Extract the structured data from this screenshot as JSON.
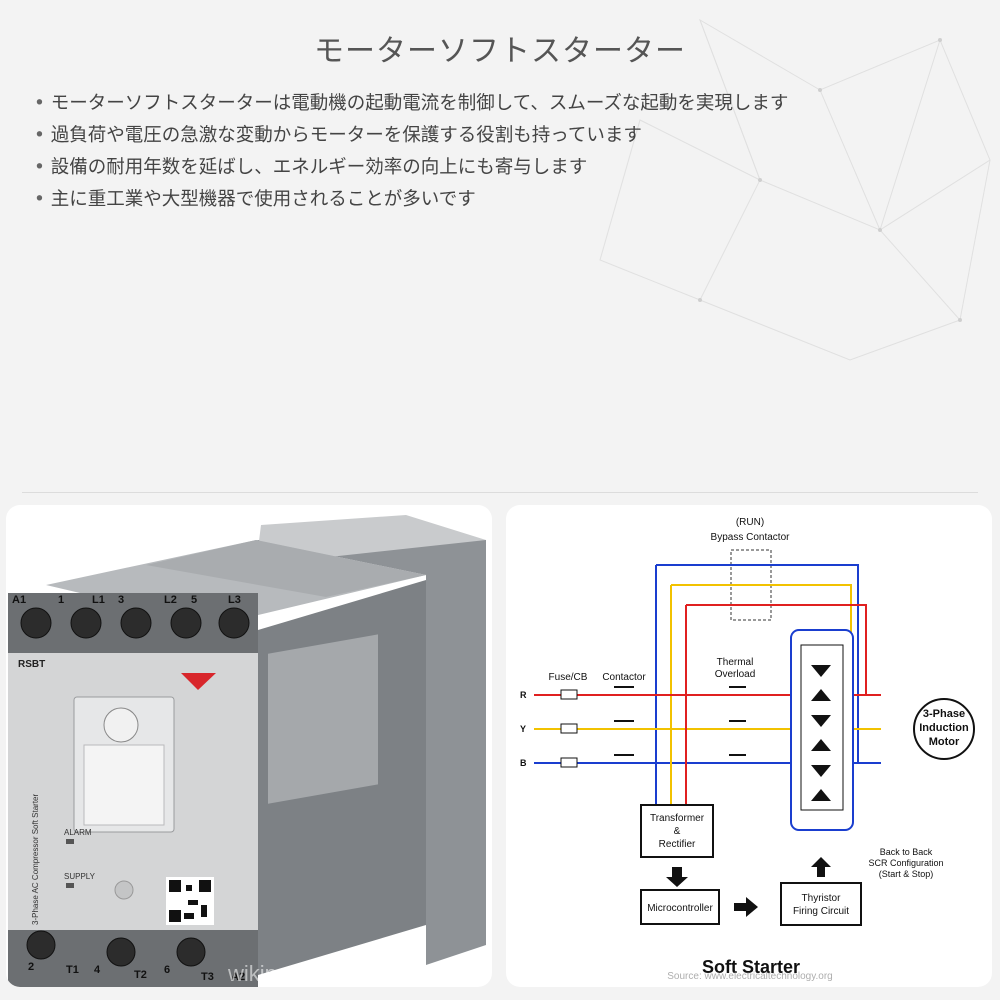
{
  "title": "モーターソフトスターター",
  "bullets": [
    "モーターソフトスターターは電動機の起動電流を制御して、スムーズな起動を実現します",
    "過負荷や電圧の急激な変動からモーターを保護する役割も持っています",
    "設備の耐用年数を延ばし、エネルギー効率の向上にも寄与します",
    "主に重工業や大型機器で使用されることが多いです"
  ],
  "photo": {
    "top_terminals": [
      "A1",
      "1",
      "L1",
      "3",
      "L2",
      "5",
      "L3"
    ],
    "bottom_terminals": [
      "2",
      "T1",
      "4",
      "T2",
      "6",
      "T3",
      "A2"
    ],
    "model": "RSBT",
    "vertical_label": "3-Phase AC Compressor Soft Starter",
    "alarm_label": "ALARM",
    "supply_label": "SUPPLY",
    "watermark": "wikipedia.org"
  },
  "diagram": {
    "run_label": "(RUN)",
    "bypass_label": "Bypass Contactor",
    "fuse_label": "Fuse/CB",
    "contactor_label": "Contactor",
    "thermal_label_1": "Thermal",
    "thermal_label_2": "Overload",
    "phases": [
      "R",
      "Y",
      "B"
    ],
    "motor_label_1": "3-Phase",
    "motor_label_2": "Induction",
    "motor_label_3": "Motor",
    "transformer_label_1": "Transformer",
    "transformer_label_2": "&",
    "transformer_label_3": "Rectifier",
    "micro_label": "Microcontroller",
    "thyristor_label_1": "Thyristor",
    "thyristor_label_2": "Firing Circuit",
    "scr_label_1": "Back to Back",
    "scr_label_2": "SCR Configuration",
    "scr_label_3": "(Start & Stop)",
    "caption": "Soft Starter",
    "source": "Source: www.electricaltechnology.org"
  },
  "colors": {
    "red": "#e02020",
    "yellow": "#f2c200",
    "blue": "#1a3ecf"
  }
}
